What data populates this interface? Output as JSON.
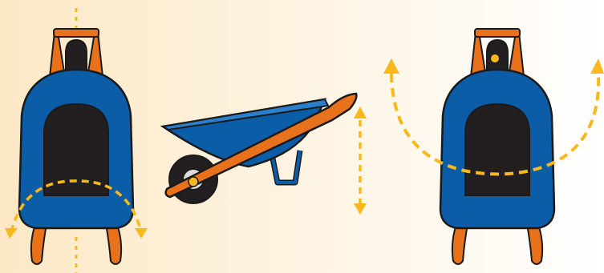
{
  "palette": {
    "background_left": "#FCE8C5",
    "background_right": "#FFFFFF",
    "barrow_blue": "#0B5DA8",
    "tray_highlight": "#2A7FCC",
    "opening_black": "#231F20",
    "handle_orange": "#E8711C",
    "outline": "#1A1A1A",
    "arrow_yellow": "#F9B91D",
    "wheel_gray": "#DDDDDD"
  },
  "figures": [
    {
      "name": "front-view-wheelbarrow",
      "icon": "wheelbarrow-front-icon",
      "arrows": [
        "center-axis-up",
        "center-axis-down",
        "tilt-left",
        "tilt-right"
      ]
    },
    {
      "name": "side-view-wheelbarrow",
      "icon": "wheelbarrow-side-icon",
      "arrows": [
        "handle-lift-up",
        "handle-lift-down"
      ]
    },
    {
      "name": "front-view-wheelbarrow-tipping",
      "icon": "wheelbarrow-front-icon",
      "arrows": [
        "tip-left-up",
        "tip-right-up"
      ]
    }
  ]
}
